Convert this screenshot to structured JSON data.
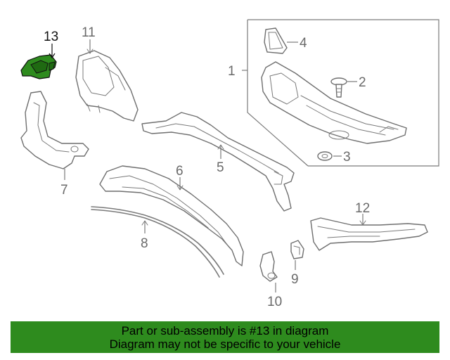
{
  "callouts": {
    "c1": "1",
    "c2": "2",
    "c3": "3",
    "c4": "4",
    "c5": "5",
    "c6": "6",
    "c7": "7",
    "c8": "8",
    "c9": "9",
    "c10": "10",
    "c11": "11",
    "c12": "12",
    "c13": "13"
  },
  "highlight": {
    "part": "13",
    "color": "#2e8b1e"
  },
  "banner": {
    "line1": "Part or sub-assembly is #13 in diagram",
    "line2": "Diagram may not be specific to your vehicle",
    "background": "#2e8b1e"
  }
}
